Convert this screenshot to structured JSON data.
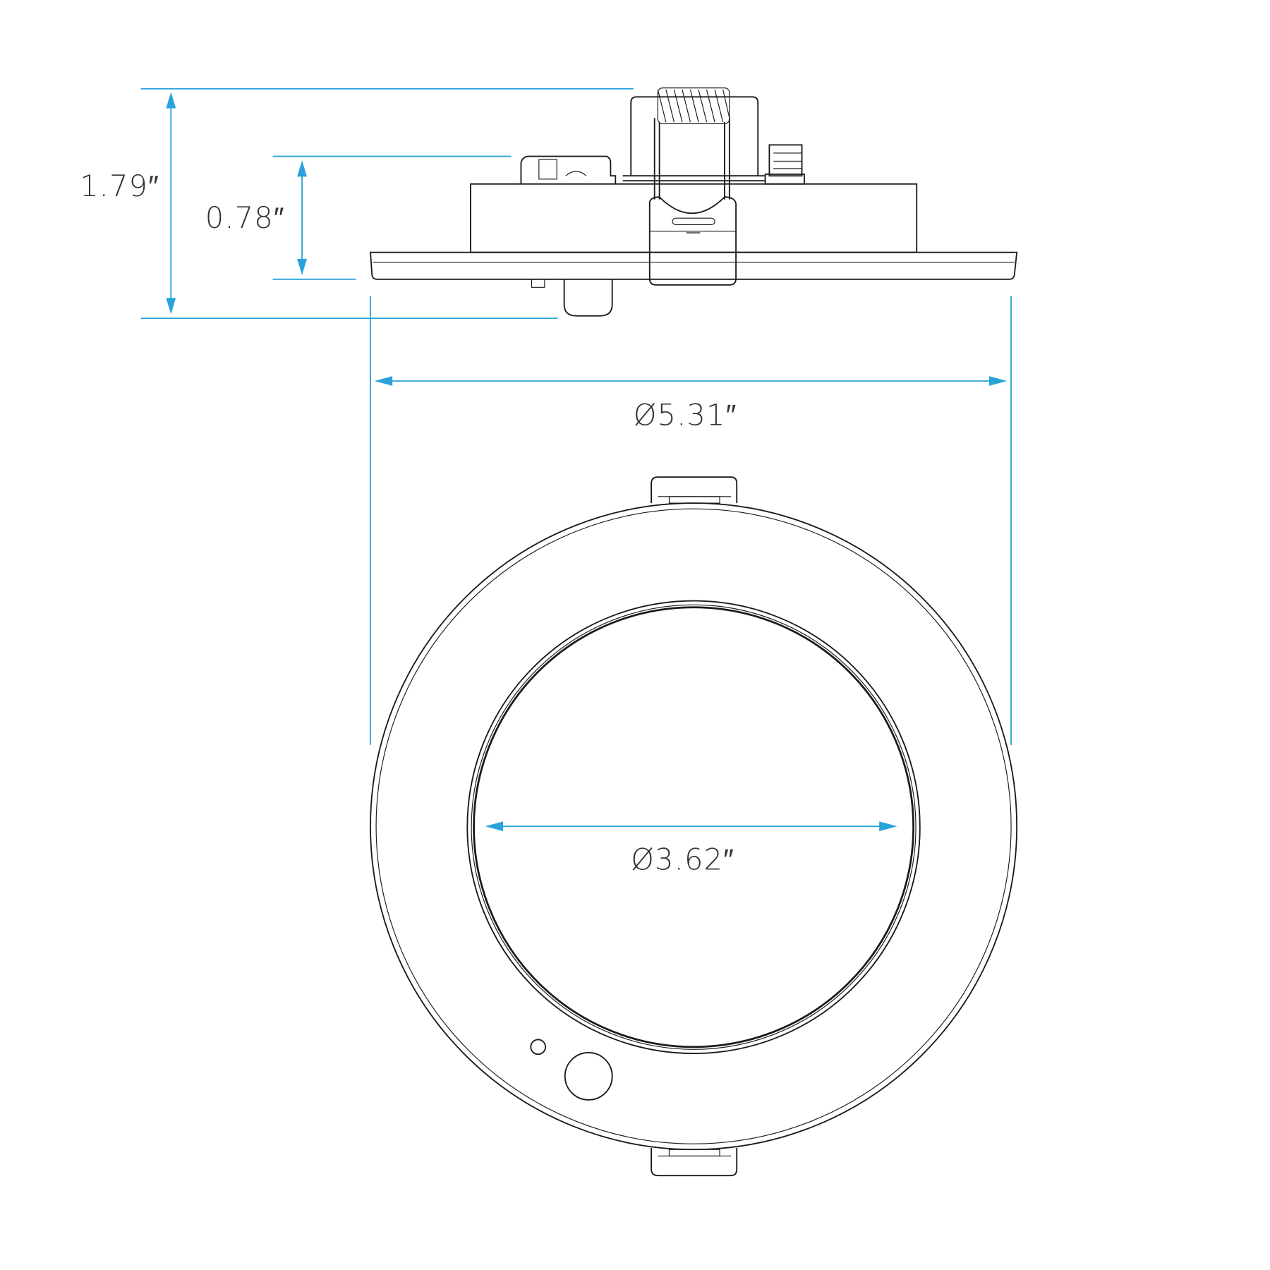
{
  "title": "Recessed downlight dimension drawing",
  "colors": {
    "dimension": "#29a3d9",
    "outline": "#1a1a1a"
  },
  "dimensions": {
    "overall_height": "1.79″",
    "trim_height": "0.78″",
    "outer_diameter": "Ø5.31″",
    "inner_diameter": "Ø3.62″"
  }
}
